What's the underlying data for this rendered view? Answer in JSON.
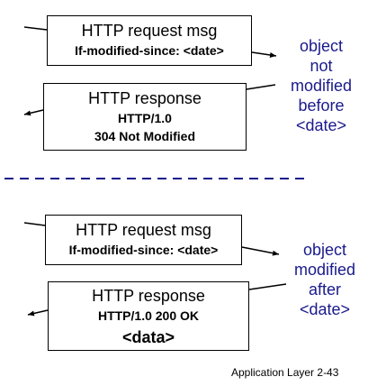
{
  "top": {
    "request": {
      "title": "HTTP request msg",
      "header": "If-modified-since: <date>"
    },
    "response": {
      "title": "HTTP response",
      "status_line": "HTTP/1.0",
      "status": "304 Not Modified"
    },
    "note": [
      "object",
      "not",
      "modified",
      "before",
      "<date>"
    ]
  },
  "bottom": {
    "request": {
      "title": "HTTP request msg",
      "header": "If-modified-since: <date>"
    },
    "response": {
      "title": "HTTP response",
      "status_line": "HTTP/1.0 200 OK",
      "body": "<data>"
    },
    "note": [
      "object",
      "modified",
      "after",
      "<date>"
    ]
  },
  "footer": "Application Layer 2-43",
  "colors": {
    "note": "#1a1a8c",
    "divider": "#1a1a8c",
    "stroke": "#000000"
  }
}
